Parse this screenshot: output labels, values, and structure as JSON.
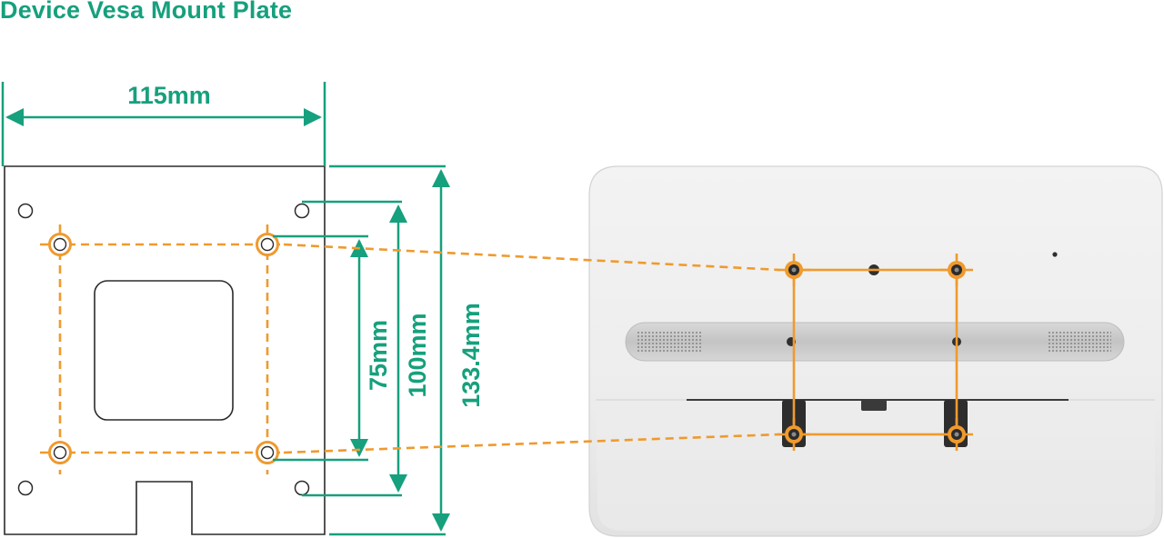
{
  "title": "Device Vesa Mount Plate",
  "dimensions": {
    "width": "115mm",
    "hole_spacing_75": "75mm",
    "hole_spacing_100": "100mm",
    "height": "133.4mm"
  },
  "colors": {
    "dimension": "#16a07d",
    "hole_marker": "#ef9a2e",
    "outline": "#2b2b2b",
    "device_body": "#f2f2f2"
  }
}
